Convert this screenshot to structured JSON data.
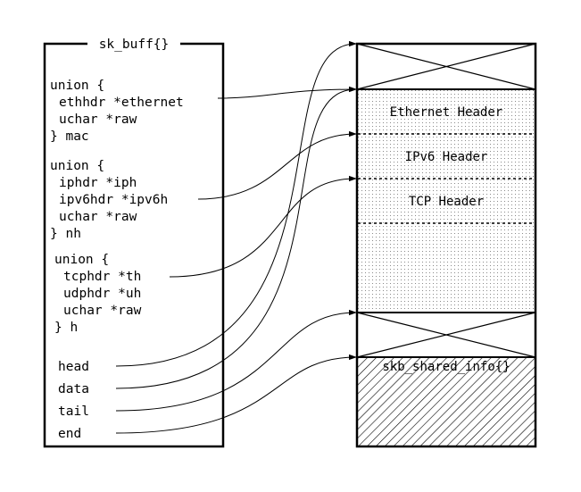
{
  "sk_buff": {
    "title": "sk_buff{}",
    "mac_union": {
      "open": "union {",
      "fields": [
        "ethhdr *ethernet",
        "uchar *raw"
      ],
      "close": "} mac"
    },
    "nh_union": {
      "open": "union {",
      "fields": [
        "iphdr *iph",
        "ipv6hdr *ipv6h",
        "uchar *raw"
      ],
      "close": "} nh"
    },
    "h_union": {
      "open": "union {",
      "fields": [
        "tcphdr *th",
        "udphdr *uh",
        "uchar *raw"
      ],
      "close": "} h"
    },
    "pointers": [
      "head",
      "data",
      "tail",
      "end"
    ]
  },
  "buffer": {
    "segments": [
      {
        "label": "Ethernet Header"
      },
      {
        "label": "IPv6 Header"
      },
      {
        "label": "TCP Header"
      }
    ],
    "shared_info_label": "skb_shared_info{}"
  }
}
